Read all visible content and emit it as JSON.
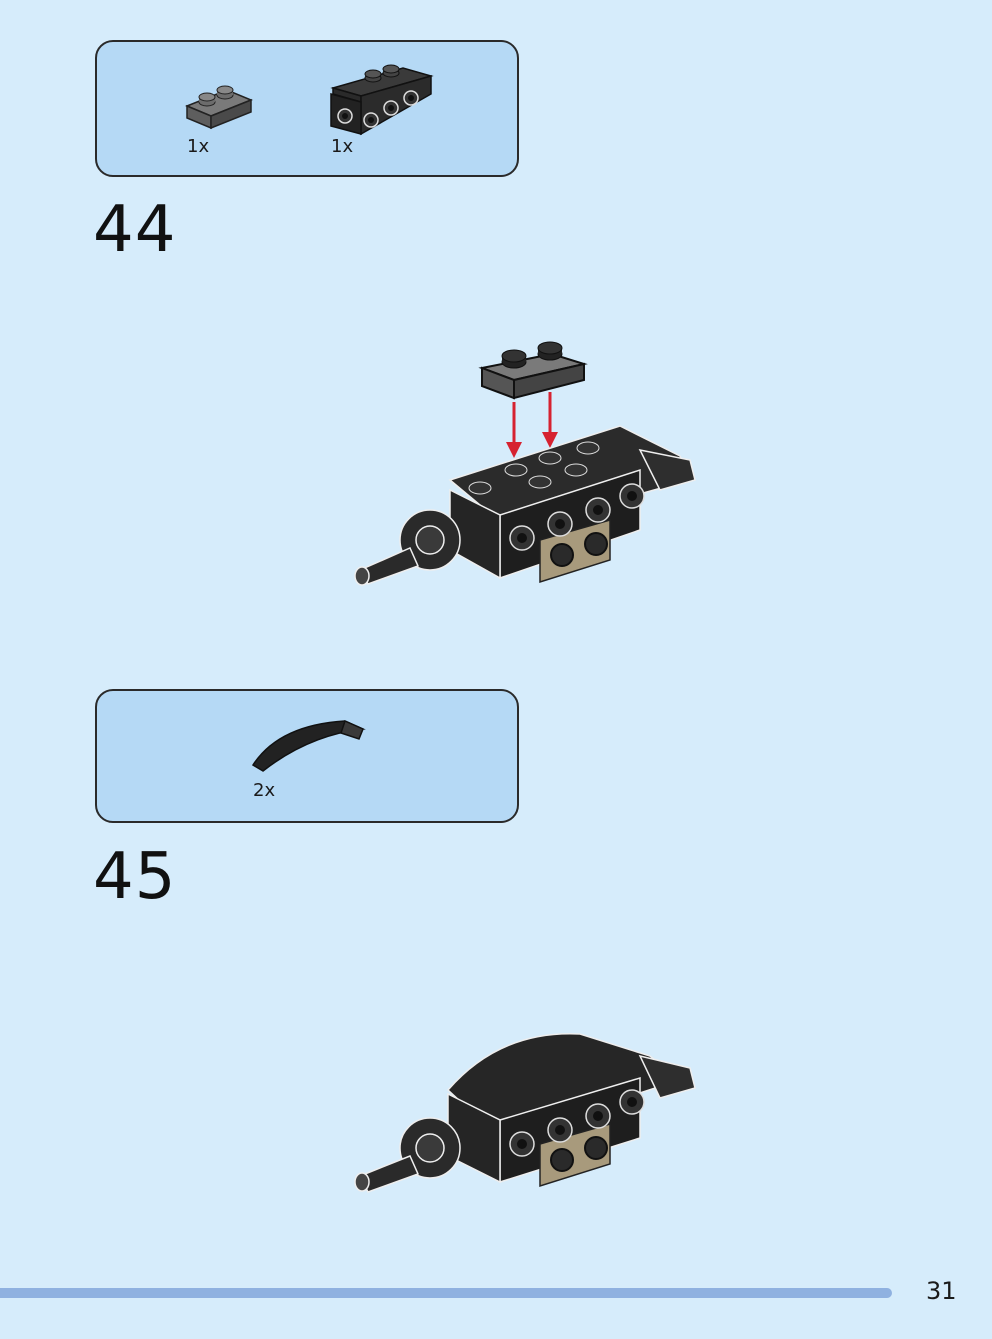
{
  "steps": [
    {
      "number": "44",
      "parts": [
        {
          "name": "plate-1x2-dark-gray",
          "quantity": "1x"
        },
        {
          "name": "bracket-plate-1x4-black",
          "quantity": "1x"
        }
      ]
    },
    {
      "number": "45",
      "parts": [
        {
          "name": "curved-slope-1x4-black",
          "quantity": "2x"
        }
      ]
    }
  ],
  "colors": {
    "background": "#d6ecfb",
    "parts_box": "#b5d9f5",
    "arrow": "#d62230",
    "footer_bar": "#8fb1e0"
  },
  "footer": {
    "page_number": "31"
  }
}
